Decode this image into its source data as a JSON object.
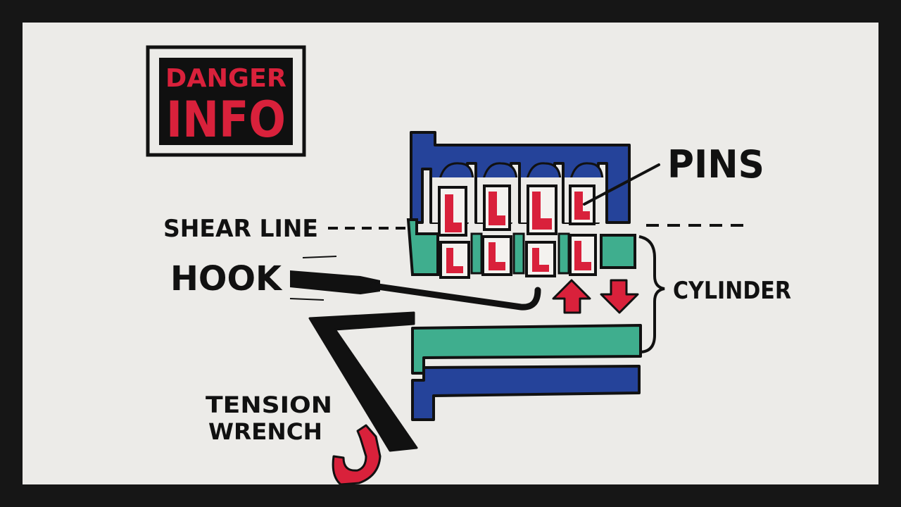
{
  "logo": {
    "line1": "DANGER",
    "line2": "INFO"
  },
  "labels": {
    "pins": "PINS",
    "shear_line": "SHEAR LINE",
    "hook": "HOOK",
    "cylinder": "CYLINDER",
    "tension": "TENSION",
    "wrench": "WRENCH"
  },
  "colors": {
    "housing": "#25439a",
    "cylinder": "#3fae8e",
    "pin": "#d9213b",
    "ink": "#111111",
    "paper": "#ecebe8",
    "frame": "#161616"
  }
}
